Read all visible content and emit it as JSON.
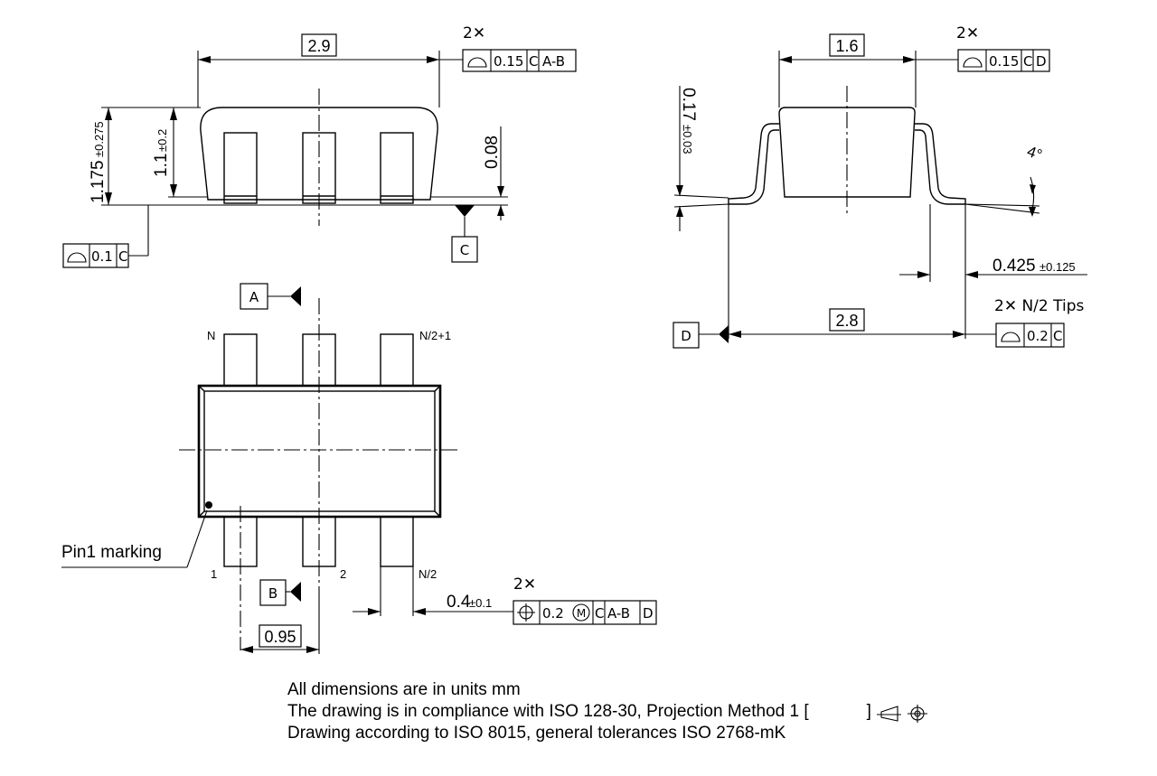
{
  "top_view": {
    "length": "2.9",
    "height_value": "1.175",
    "height_tol": "±0.275",
    "body_height_value": "1.1",
    "body_height_tol": "±0.2",
    "standoff": "0.08",
    "fcf_top_count": "2✕",
    "fcf_top_tol": "0.15",
    "fcf_top_ref1": "C",
    "fcf_top_ref2": "A-B",
    "fcf_bottom_tol": "0.1",
    "fcf_bottom_ref": "C",
    "datum_c": "C"
  },
  "side_view": {
    "width": "1.6",
    "fcf_count": "2✕",
    "fcf_tol": "0.15",
    "fcf_ref1": "C",
    "fcf_ref2": "D",
    "thickness_value": "0.17",
    "thickness_tol": "±0.03",
    "angle": "4°",
    "foot_value": "0.425",
    "foot_tol": "±0.125",
    "tips_label": "2✕ N/2 Tips",
    "span": "2.8",
    "datum_d": "D",
    "fcf_tips_tol": "0.2",
    "fcf_tips_ref": "C"
  },
  "plan_view": {
    "datum_a": "A",
    "datum_b": "B",
    "pin_n": "N",
    "pin_n2p1": "N/2+1",
    "pin_1": "1",
    "pin_2": "2",
    "pin_n2": "N/2",
    "pin1_marking": "Pin1 marking",
    "pitch": "0.95",
    "lead_width_value": "0.4",
    "lead_width_tol": "±0.1",
    "fcf_count": "2✕",
    "fcf_tol": "0.2",
    "fcf_modifier": "M",
    "fcf_ref1": "C",
    "fcf_ref2": "A-B",
    "fcf_ref3": "D"
  },
  "notes": [
    "All dimensions are in units mm",
    "The drawing is in compliance with ISO 128-30, Projection Method 1 [",
    "]",
    "Drawing according to ISO 8015, general tolerances ISO 2768-mK"
  ]
}
